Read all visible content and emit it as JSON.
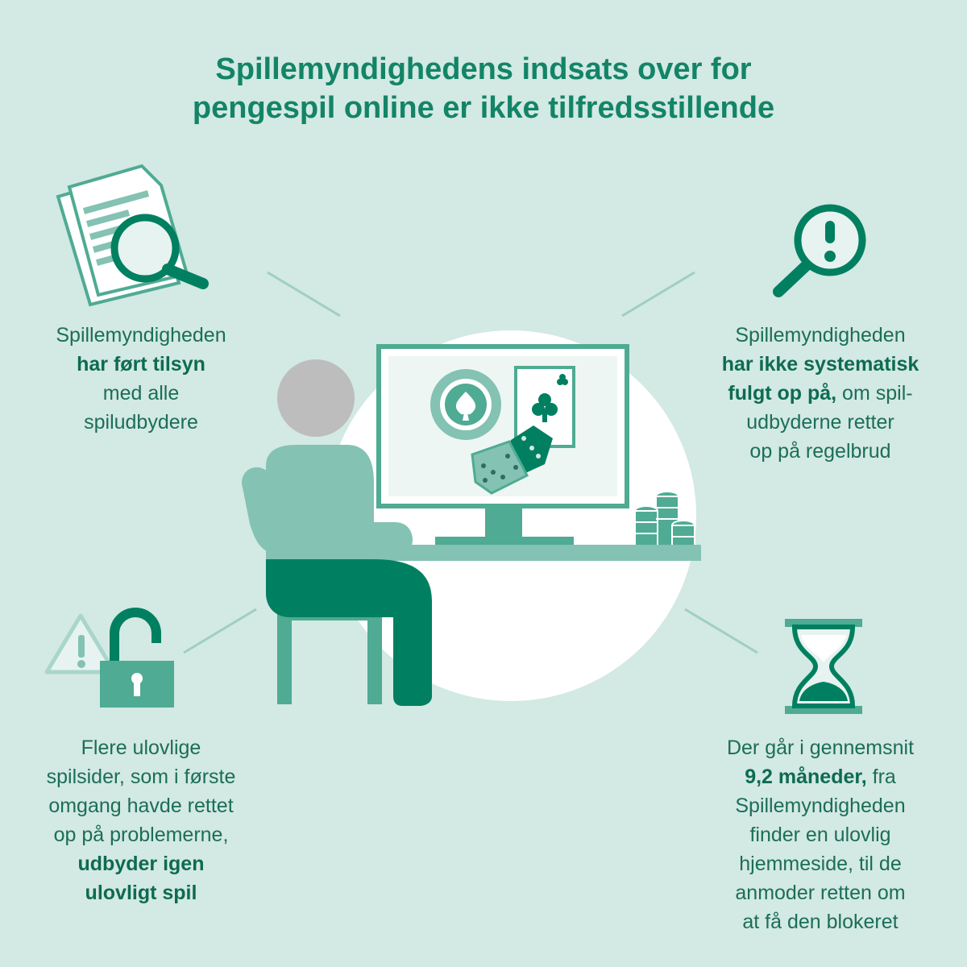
{
  "title": {
    "line1": "Spillemyndighedens indsats over for",
    "line2": "pengespil online er ikke tilfredsstillende"
  },
  "icons": {
    "top_left": "document-magnifier-icon",
    "top_right": "magnifier-exclamation-icon",
    "bottom_left": "warning-unlocked-padlock-icon",
    "bottom_right": "hourglass-icon",
    "center": "person-at-computer-gambling-illustration"
  },
  "colors": {
    "background": "#d3e9e3",
    "dark_green": "#008060",
    "mid_green": "#4fab93",
    "light_green": "#84c2b3",
    "title": "#138467"
  },
  "top_left": {
    "l1": "Spillemyndigheden",
    "l2": "har ført tilsyn",
    "l3": "med alle",
    "l4": "spiludbydere"
  },
  "top_right": {
    "l1": "Spillemyndigheden",
    "l2": "har ikke systematisk",
    "l3a": "fulgt op på,",
    "l3b": " om spil-",
    "l4": "udbyderne retter",
    "l5": "op på regelbrud"
  },
  "bottom_left": {
    "l1": "Flere ulovlige",
    "l2": "spilsider, som i første",
    "l3": "omgang havde rettet",
    "l4": "op på problemerne,",
    "l5": "udbyder igen",
    "l6": "ulovligt spil"
  },
  "bottom_right": {
    "l1": "Der går i gennemsnit",
    "l2a": "9,2 måneder,",
    "l2b": " fra",
    "l3": "Spillemyndigheden",
    "l4": "finder en ulovlig",
    "l5": "hjemmeside, til de",
    "l6": "anmoder retten om",
    "l7": "at få den blokeret"
  }
}
